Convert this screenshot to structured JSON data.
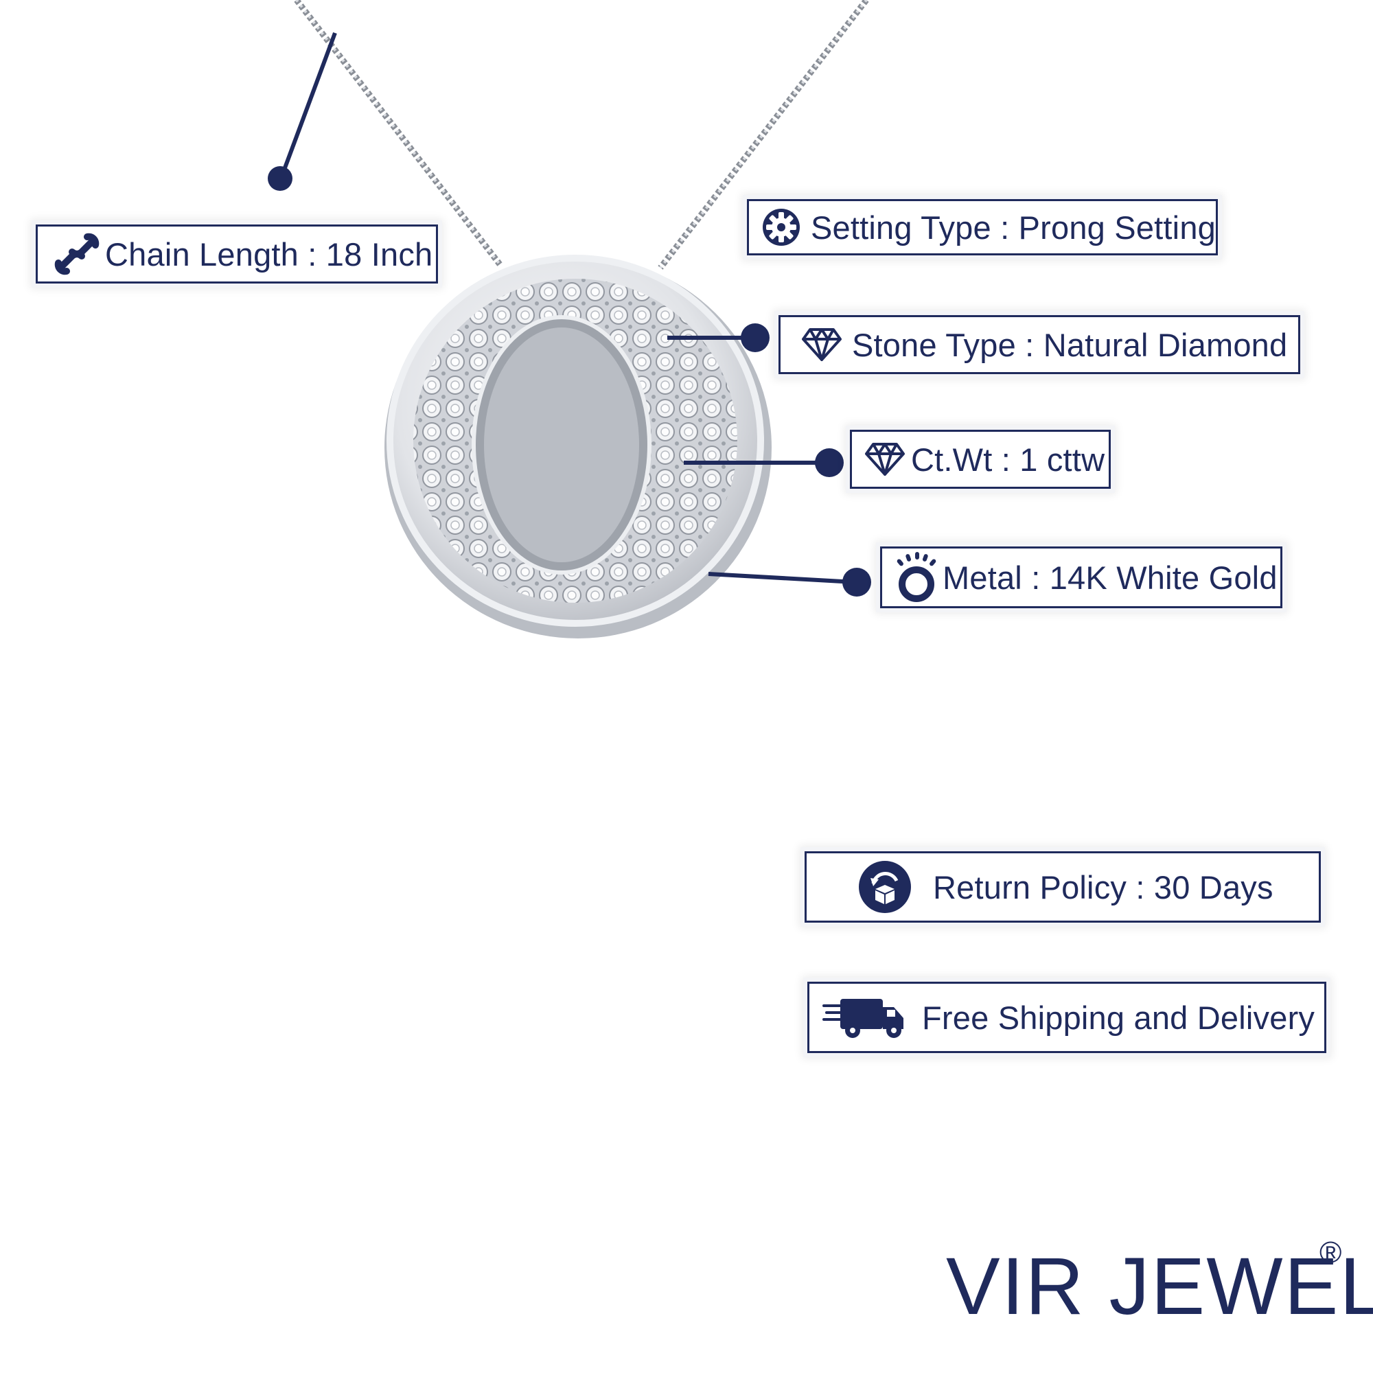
{
  "specs": {
    "chain_length": "Chain Length : 18 Inch",
    "setting_type": "Setting Type : Prong Setting",
    "stone_type": "Stone Type : Natural Diamond",
    "carat_weight": "Ct.Wt : 1 cttw",
    "metal": "Metal : 14K White Gold"
  },
  "policies": {
    "return_policy": "Return Policy : 30 Days",
    "shipping": "Free Shipping and Delivery"
  },
  "brand": {
    "name": "VIR JEWELS",
    "registered_mark": "®"
  },
  "icons": {
    "chain": "chain-link-icon",
    "setting": "gear-icon",
    "stone": "diamond-icon",
    "carat": "diamond-icon",
    "metal": "ring-icon",
    "return": "return-box-icon",
    "shipping": "delivery-truck-icon"
  },
  "colors": {
    "accent": "#1f2a5c",
    "background": "#ffffff",
    "metal": "#d9dce1"
  }
}
